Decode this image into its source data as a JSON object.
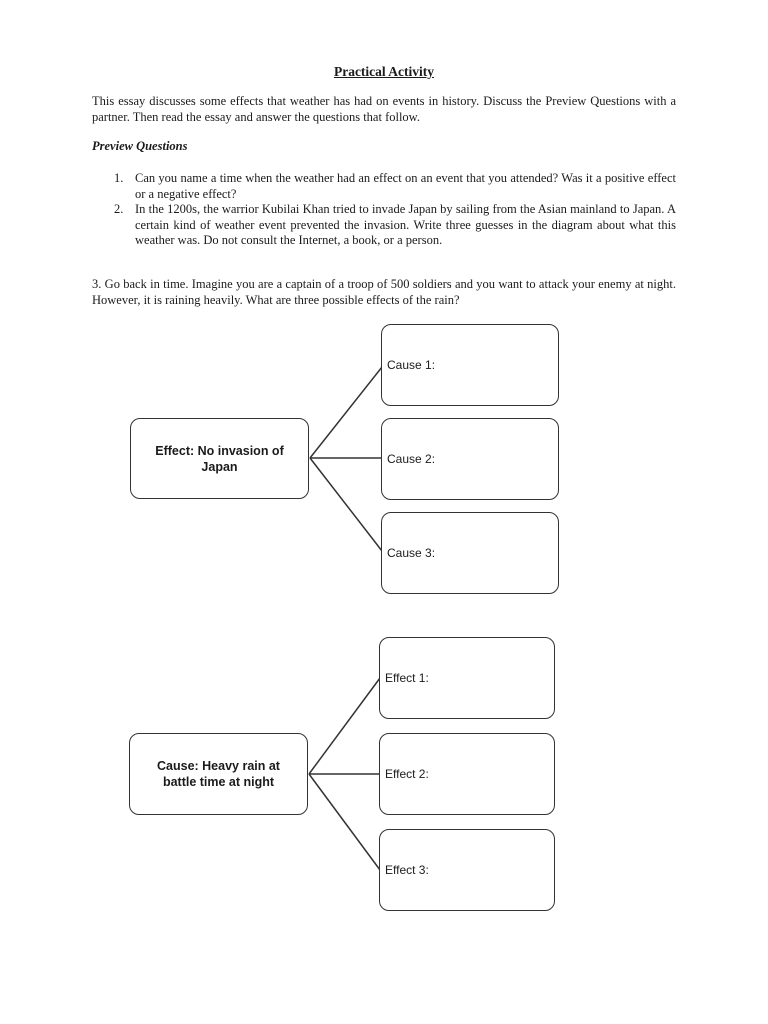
{
  "document": {
    "title": "Practical Activity",
    "intro": "This essay discusses some effects that weather has had on events in history. Discuss the Preview Questions with a partner. Then read the essay and answer the questions that follow.",
    "preview_heading": "Preview Questions",
    "questions": [
      {
        "number": "1.",
        "text": "Can you name a time when the weather had an effect on an event that you attended? Was it a positive effect or a negative effect?"
      },
      {
        "number": "2.",
        "text": "In the 1200s, the warrior Kubilai Khan tried to invade Japan by sailing from the Asian mainland to Japan. A certain kind of weather event prevented the invasion. Write three guesses in the diagram about what this weather was. Do not consult the Internet, a book, or a person."
      }
    ],
    "question3": "3. Go back in time. Imagine you are a captain of a troop of 500 soldiers and you want to attack your enemy at night. However, it is raining heavily. What are three possible effects of the rain?"
  },
  "diagrams": [
    {
      "hub": "Effect: No invasion of Japan",
      "branches": [
        "Cause 1:",
        "Cause 2:",
        "Cause 3:"
      ]
    },
    {
      "hub": "Cause: Heavy rain at battle time at night",
      "branches": [
        "Effect 1:",
        "Effect 2:",
        "Effect 3:"
      ]
    }
  ],
  "colors": {
    "ink": "#1b1b1b",
    "box_border": "#333333",
    "page_background": "#ffffff"
  }
}
